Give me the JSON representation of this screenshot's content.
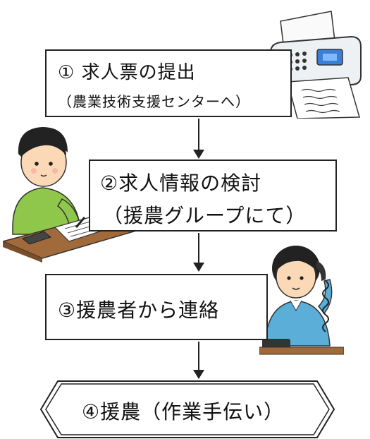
{
  "steps": [
    {
      "title": "① 求人票の提出",
      "subtitle": "（農業技術支援センターへ）"
    },
    {
      "title": "②求人情報の検討",
      "subtitle": "（援農グループにて）"
    },
    {
      "title": "③援農者から連絡"
    },
    {
      "title": "④援農（作業手伝い）"
    }
  ],
  "illustrations": {
    "fax": "fax-machine-icon",
    "writer": "person-writing-form-icon",
    "caller": "person-on-phone-icon"
  }
}
